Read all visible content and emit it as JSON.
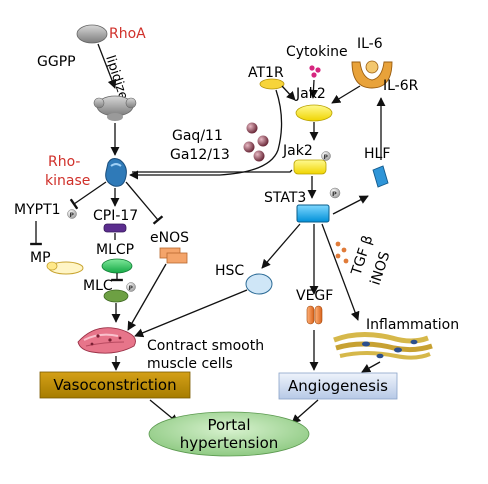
{
  "labels": {
    "rhoa": "RhoA",
    "ggpp": "GGPP",
    "lipidize": "lipidize",
    "rho_kinase_line1": "Rho-",
    "rho_kinase_line2": "kinase",
    "mypt1": "MYPT1",
    "mp": "MP",
    "cpi17": "CPI-17",
    "mlcp": "MLCP",
    "mlc": "MLC",
    "enos": "eNOS",
    "gaq11": "Gaq/11",
    "ga1213": "Ga12/13",
    "at1r": "AT1R",
    "cytokine": "Cytokine",
    "il6": "IL-6",
    "il6r": "IL-6R",
    "jak2_top": "Jak2",
    "jak2_mid": "Jak2",
    "stat3": "STAT3",
    "hlf": "HLF",
    "hsc": "HSC",
    "vegf": "VEGF",
    "tgf": "TGF β",
    "inos": "iNOS",
    "inflammation": "Inflammation",
    "contract_line1": "Contract smooth",
    "contract_line2": "muscle cells",
    "vasoconstriction": "Vasoconstriction",
    "angiogenesis": "Angiogenesis",
    "portal_line1": "Portal",
    "portal_line2": "hypertension",
    "phospho": "P"
  },
  "colors": {
    "red_label": "#d0302a",
    "vasoconstriction_box": "#b8860b",
    "angiogenesis_box": "#c9d7ef",
    "portal_ellipse": "#a8d8a0",
    "jak2": "#ffee00",
    "stat3": "#00b0f0",
    "rho_kinase": "#2f7ab8",
    "mlcp": "#22c05a",
    "cpi17": "#5b2d8e",
    "vegf": "#e87722",
    "enos": "#f4a46a",
    "hsc": "#cfe6f7",
    "at1r": "#f7d43a",
    "il6r": "#e8a23a"
  }
}
